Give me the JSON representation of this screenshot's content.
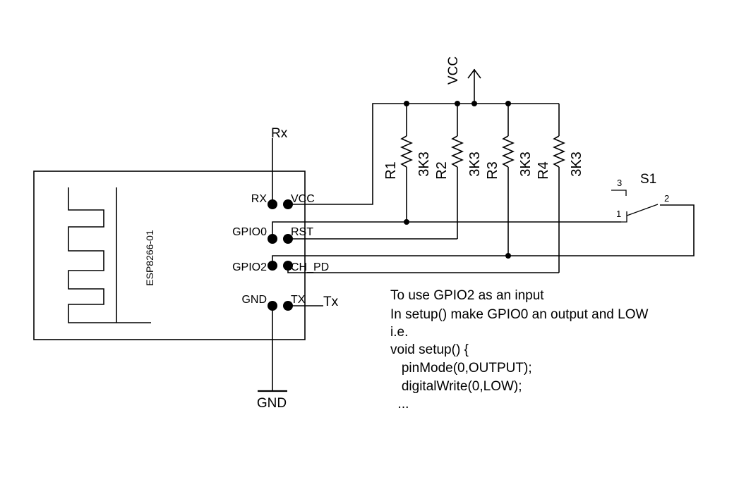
{
  "module": {
    "name": "ESP8266-01",
    "pins": {
      "rx": "RX",
      "vcc": "VCC",
      "gpio0": "GPIO0",
      "rst": "RST",
      "gpio2": "GPIO2",
      "ch_pd": "CH_PD",
      "gnd": "GND",
      "tx": "TX"
    }
  },
  "nets": {
    "rx": "Rx",
    "tx": "Tx",
    "gnd": "GND",
    "vcc": "VCC"
  },
  "resistors": [
    {
      "ref": "R1",
      "value": "3K3"
    },
    {
      "ref": "R2",
      "value": "3K3"
    },
    {
      "ref": "R3",
      "value": "3K3"
    },
    {
      "ref": "R4",
      "value": "3K3"
    }
  ],
  "switch": {
    "ref": "S1",
    "pins": [
      "1",
      "2",
      "3"
    ]
  },
  "note": {
    "lines": [
      "To use GPIO2 as an input",
      "In setup() make GPIO0 an output and LOW",
      "i.e.",
      "void setup() {",
      "   pinMode(0,OUTPUT);",
      "   digitalWrite(0,LOW);",
      "  ..."
    ]
  }
}
